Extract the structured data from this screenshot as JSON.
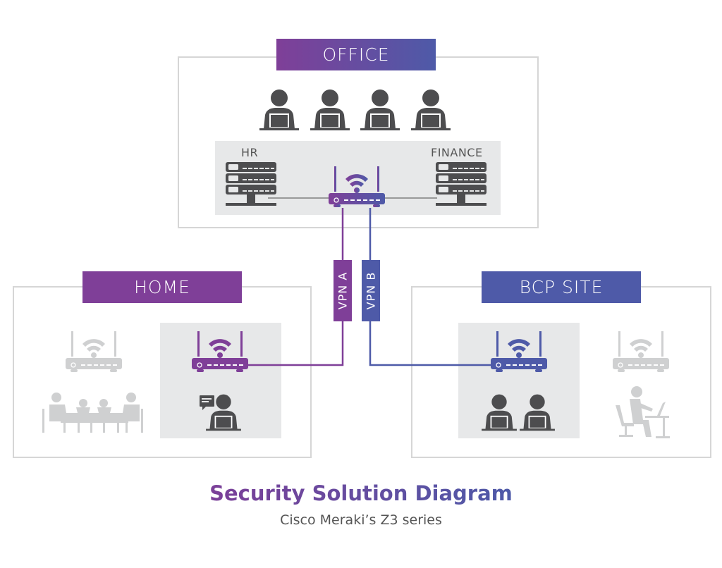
{
  "colors": {
    "purple": "#7f3f98",
    "blue": "#4e5aa8",
    "icon_dark": "#4d4d4f",
    "icon_faded": "#cfd0d1",
    "panel_bg": "#e7e8e9",
    "border": "#d6d6d6"
  },
  "office": {
    "label": "OFFICE",
    "employees": [
      "man-with-tie",
      "woman-with-headband",
      "man-with-glasses",
      "woman-with-bun"
    ],
    "departments": {
      "left": "HR",
      "right": "FINANCE"
    },
    "router": "office-router"
  },
  "home": {
    "label": "HOME",
    "inactive": [
      "home-router",
      "family-dinner"
    ],
    "active": [
      "teleworker-router",
      "remote-worker-with-headset"
    ]
  },
  "bcp": {
    "label": "BCP SITE",
    "active": [
      "bcp-router",
      "man-at-laptop",
      "woman-at-laptop"
    ],
    "inactive": [
      "bcp-faded-router",
      "person-at-desk"
    ]
  },
  "vpn": {
    "a": "VPN A",
    "b": "VPN B"
  },
  "footer": {
    "title": "Security Solution Diagram",
    "subtitle": "Cisco Meraki’s Z3 series"
  }
}
